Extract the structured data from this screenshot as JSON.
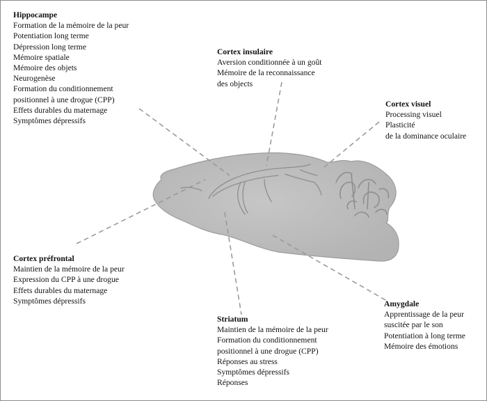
{
  "regions": [
    {
      "id": "hippocampe",
      "title": "Hippocampe",
      "lines": [
        "Formation de la mémoire de la peur",
        "Potentiation long terme",
        "Dépression long terme",
        "Mémoire spatiale",
        "Mémoire des objets",
        "Neurogenèse",
        "Formation du conditionnement",
        "positionnel à une drogue (CPP)",
        "Effets durables du maternage",
        "Symptômes dépressifs"
      ]
    },
    {
      "id": "cortex-insulaire",
      "title": "Cortex insulaire",
      "lines": [
        "Aversion conditionnée à un goût",
        "Mémoire de la reconnaissance",
        "des objects"
      ]
    },
    {
      "id": "cortex-visuel",
      "title": "Cortex visuel",
      "lines": [
        "Processing visuel",
        "Plasticité",
        "de la dominance oculaire"
      ]
    },
    {
      "id": "cortex-prefrontal",
      "title": "Cortex préfrontal",
      "lines": [
        "Maintien de la mémoire de la peur",
        "Expression du CPP à une drogue",
        "Effets durables du maternage",
        "Symptômes dépressifs"
      ]
    },
    {
      "id": "striatum",
      "title": "Striatum",
      "lines": [
        "Maintien de la mémoire de la peur",
        "Formation du conditionnement",
        "positionnel à une drogue (CPP)",
        "Réponses au stress",
        "Symptômes dépressifs",
        "Réponses"
      ]
    },
    {
      "id": "amygdale",
      "title": "Amygdale",
      "lines": [
        "Apprentissage de la peur",
        "suscitée par le son",
        "Potentiation à long terme",
        "Mémoire des émotions"
      ]
    }
  ],
  "colors": {
    "brain_fill": "#b8b8b8",
    "brain_edge": "#9c9c9c",
    "brain_detail": "#8e8e8e",
    "leader": "#9a9a9a",
    "text": "#111111"
  }
}
